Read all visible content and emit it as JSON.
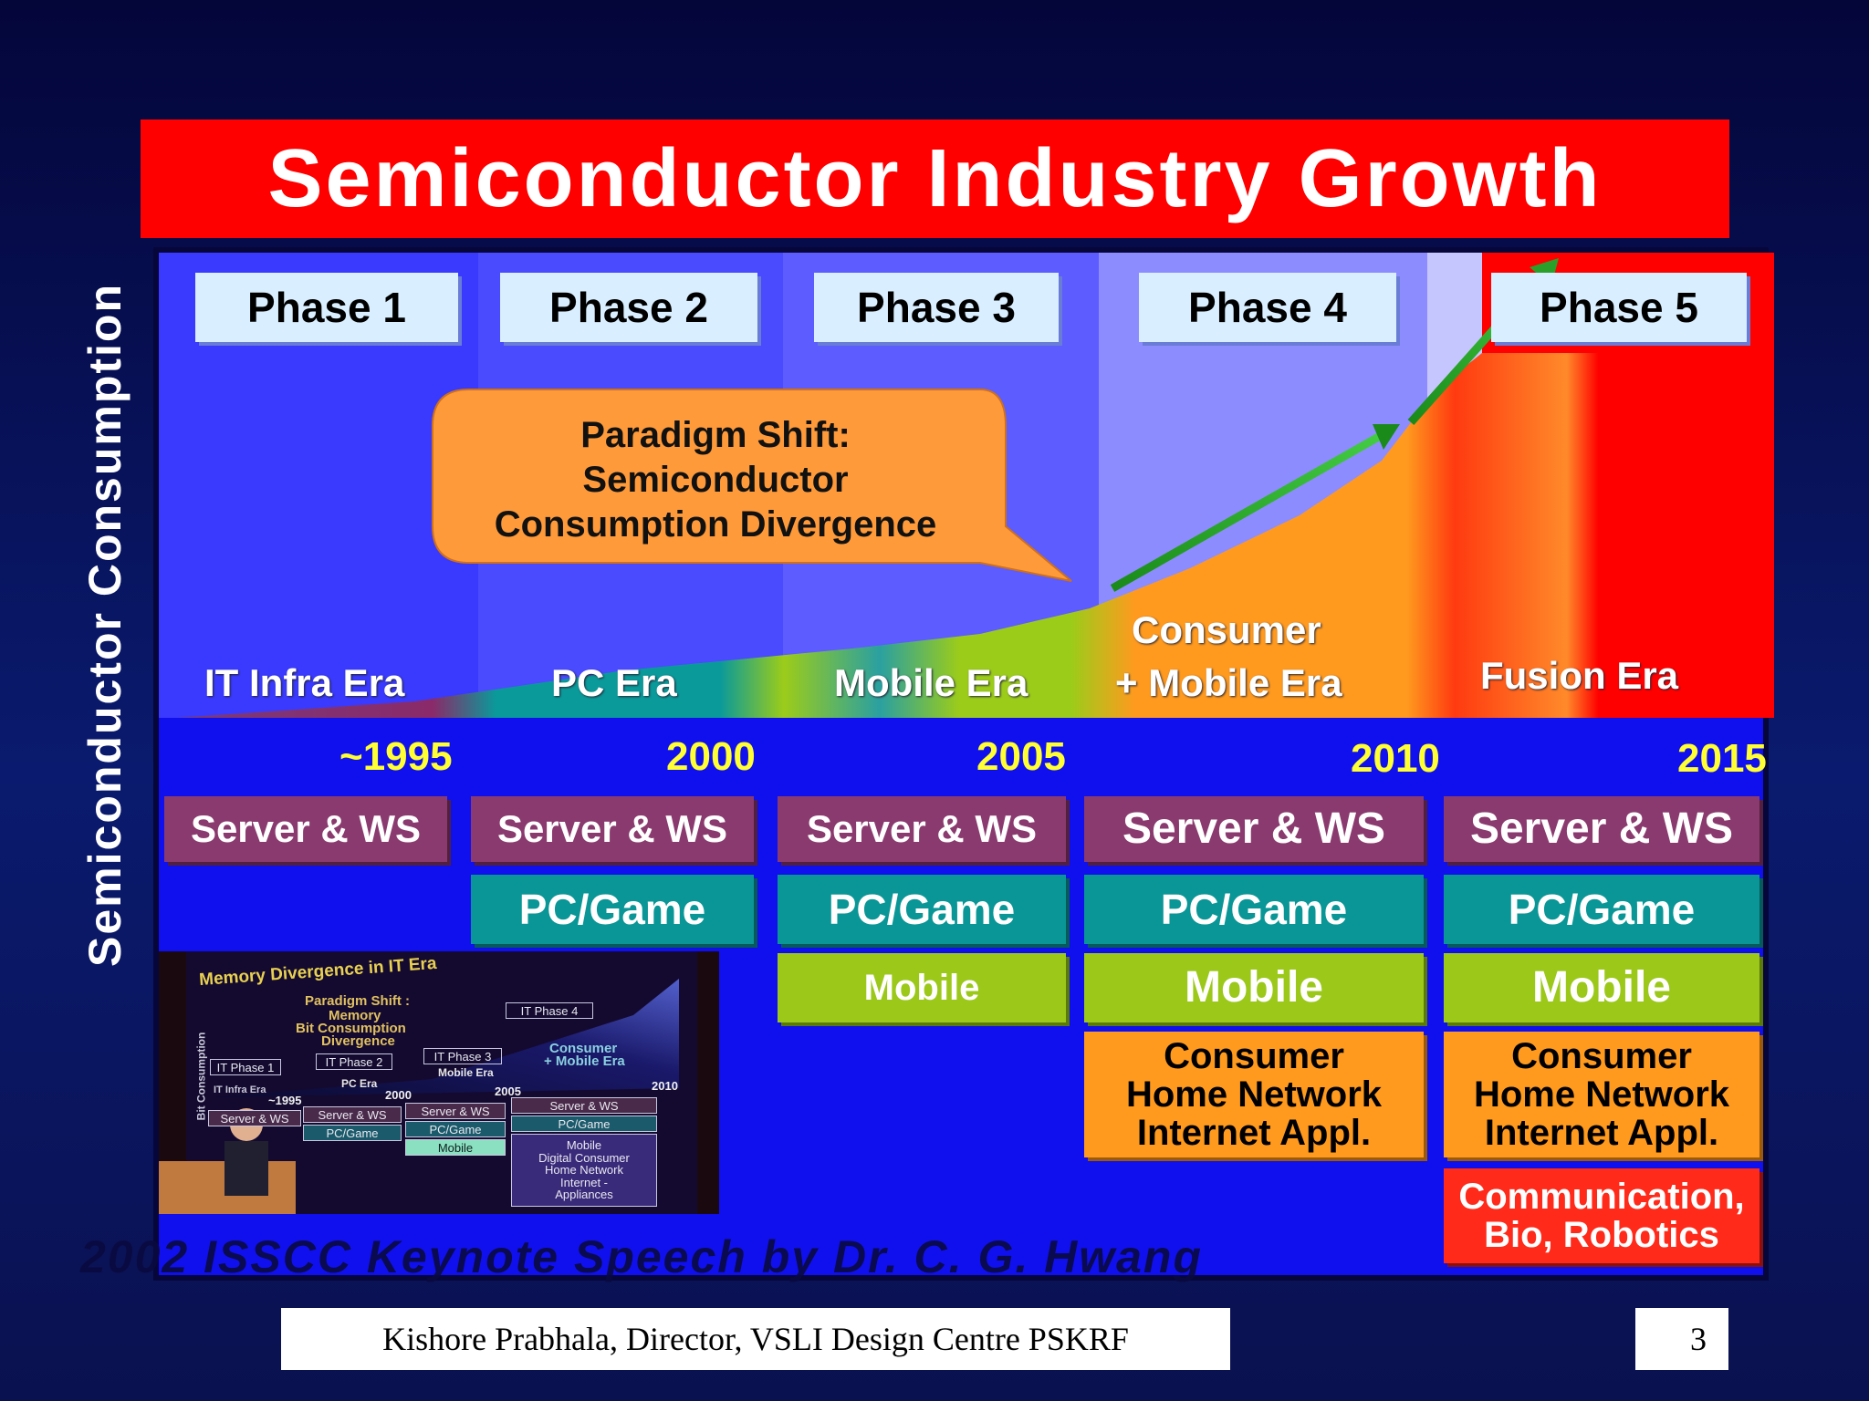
{
  "title": "Semiconductor Industry Growth",
  "y_axis_label": "Semiconductor  Consumption",
  "phases": [
    "Phase 1",
    "Phase 2",
    "Phase 3",
    "Phase 4",
    "Phase 5"
  ],
  "eras": [
    "IT Infra Era",
    "PC Era",
    "Mobile Era",
    "Consumer",
    "+ Mobile Era",
    "Fusion Era"
  ],
  "years": [
    "~1995",
    "2000",
    "2005",
    "2010",
    "2015"
  ],
  "callout": {
    "line1": "Paradigm Shift:",
    "line2": "Semiconductor",
    "line3": "Consumption Divergence"
  },
  "rows": {
    "server": "Server & WS",
    "pc": "PC/Game",
    "mobile": "Mobile",
    "consumer_line1": "Consumer",
    "consumer_line2": "Home Network",
    "consumer_line3": "Internet Appl.",
    "comm_line1": "Communication,",
    "comm_line2": "Bio, Robotics"
  },
  "keynote": "2002 ISSCC Keynote Speech by Dr. C. G. Hwang",
  "inset": {
    "title": "Memory Divergence in IT Era",
    "paradigm": "Paradigm Shift :",
    "memory": "Memory",
    "bit_consumption": "Bit Consumption",
    "divergence": "Divergence",
    "ylabel": "Bit Consumption",
    "phases": [
      "IT Phase 1",
      "IT Phase 2",
      "IT Phase 3",
      "IT Phase 4"
    ],
    "eras": [
      "IT Infra Era",
      "PC Era",
      "Mobile Era",
      "Consumer",
      "+ Mobile Era"
    ],
    "years": [
      "~1995",
      "2000",
      "2005",
      "2010"
    ],
    "server": "Server & WS",
    "pc": "PC/Game",
    "mobile": "Mobile",
    "digital": [
      "Mobile",
      "Digital Consumer",
      "Home Network",
      "Internet -",
      "Appliances"
    ]
  },
  "footer": {
    "author": "Kishore Prabhala, Director, VSLI Design Centre PSKRF",
    "page": "3"
  },
  "colors": {
    "title_bg": "#ff0000",
    "panel_bg": "#1010ee",
    "server": "#8a3a6e",
    "pc": "#0a9696",
    "mobile": "#9cc81a",
    "consumer": "#ff9a1e",
    "fusion": "#ff0000",
    "year": "#ffff33"
  }
}
